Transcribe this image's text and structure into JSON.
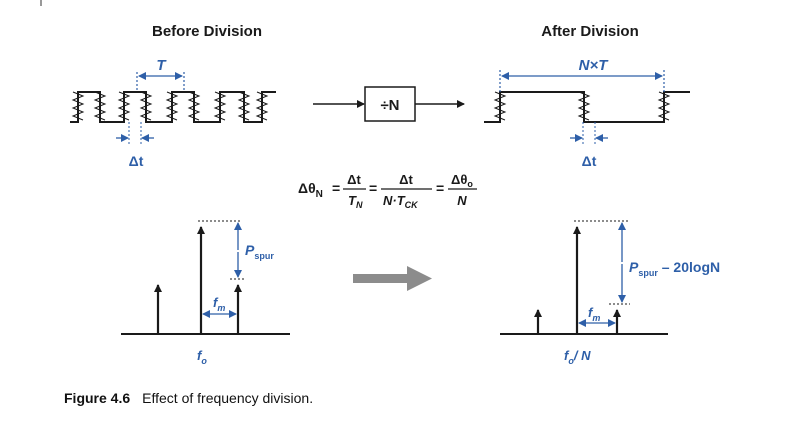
{
  "headings": {
    "before": "Before Division",
    "after": "After Division"
  },
  "top_left": {
    "period_label": "T",
    "jitter_label": "Δt"
  },
  "divider_box": {
    "label": "÷N"
  },
  "top_right": {
    "period_label": "N×T",
    "jitter_label": "Δt"
  },
  "equation": {
    "lhs": "Δθ",
    "lhs_sub": "N",
    "f1_num": "Δt",
    "f1_den": "T",
    "f1_den_sub": "N",
    "f2_num": "Δt",
    "f2_den": "N·T",
    "f2_den_sub": "CK",
    "f3_num": "Δθ",
    "f3_num_sub": "o",
    "f3_den": "N"
  },
  "spectrum_left": {
    "spur_label": "P",
    "spur_sub": "spur",
    "offset_label": "f",
    "offset_sub": "m",
    "carrier_label": "f",
    "carrier_sub": "o"
  },
  "spectrum_right": {
    "spur_label": "P",
    "spur_sub": "spur",
    "spur_suffix": " – 20logN",
    "offset_label": "f",
    "offset_sub": "m",
    "carrier_label": "f",
    "carrier_sub": "o",
    "carrier_suffix": "/ N"
  },
  "caption": {
    "figure": "Figure 4.6",
    "text": "Effect of frequency division."
  },
  "colors": {
    "blue": "#2e5fa8",
    "ink": "#1a1a1a",
    "arrow_gray": "#8c8c8c"
  }
}
